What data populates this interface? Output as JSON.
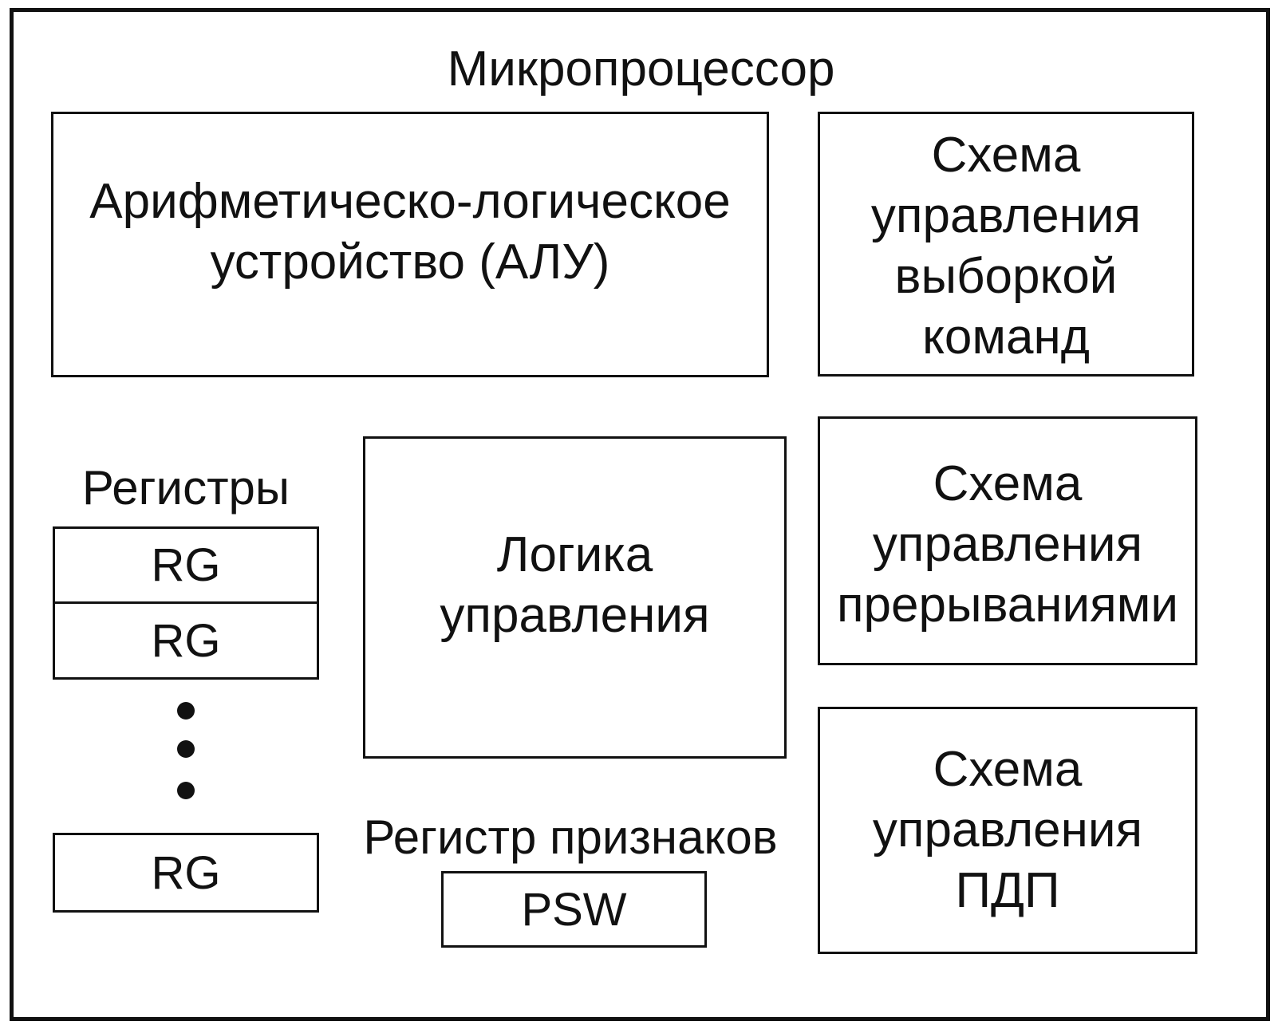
{
  "title": "Микропроцессор",
  "alu": {
    "line1": "Арифметическо-логическое",
    "line2": "устройство (АЛУ)"
  },
  "fetch_control": {
    "line1": "Схема",
    "line2": "управления",
    "line3": "выборкой",
    "line4": "команд"
  },
  "registers": {
    "heading": "Регистры",
    "items": [
      "RG",
      "RG",
      "RG"
    ]
  },
  "control_logic": {
    "line1": "Логика",
    "line2": "управления"
  },
  "interrupt_control": {
    "line1": "Схема",
    "line2": "управления",
    "line3": "прерываниями"
  },
  "flags_register": {
    "heading": "Регистр признаков",
    "value": "PSW"
  },
  "dma_control": {
    "line1": "Схема",
    "line2": "управления",
    "line3": "ПДП"
  }
}
